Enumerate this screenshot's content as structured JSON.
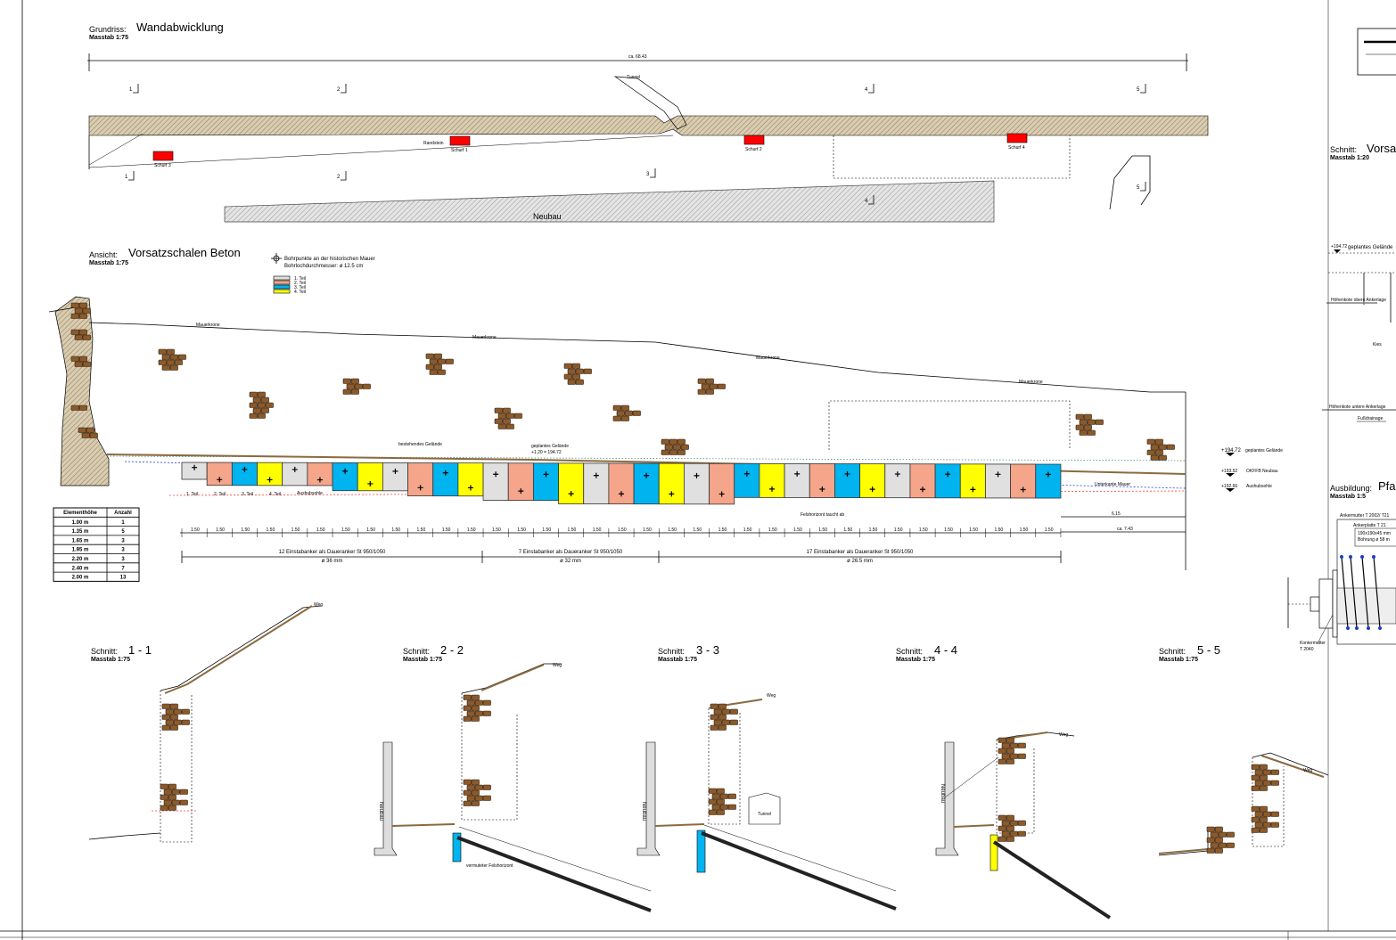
{
  "colors": {
    "part1": "#e0e0e0",
    "part2": "#f4a58a",
    "part3": "#00b4f0",
    "part4": "#ffff00",
    "stone": "#8b5a2b",
    "ground": "#8a6a40",
    "schurf": "#ff0000"
  },
  "plan": {
    "label": "Grundriss:",
    "title": "Wandabwicklung",
    "scale": "Masstab 1:75",
    "total_dim": "ca. 68.43",
    "new_building": "Neubau",
    "tunnel": "Tunnel",
    "randstein": "Randstein",
    "schurfe": [
      "Schurf 3",
      "Schurf 1",
      "Schurf 2",
      "Schurf 4"
    ],
    "cut_marks": [
      "1",
      "2",
      "3",
      "4",
      "5"
    ]
  },
  "elevation": {
    "label": "Ansicht:",
    "title": "Vorsatzschalen Beton",
    "scale": "Masstab 1:75",
    "legend": {
      "drill": "Bohrpunkte an der historischen Mauer",
      "diameter": "Bohrlochdurchmesser: ø 12.5 cm",
      "items": [
        {
          "label": "1. Teil",
          "color": "#e0e0e0"
        },
        {
          "label": "2. Teil",
          "color": "#f4a58a"
        },
        {
          "label": "3. Teil",
          "color": "#00b4f0"
        },
        {
          "label": "4. Teil",
          "color": "#ffff00"
        }
      ]
    },
    "crown_label": "Mauerkrone",
    "existing_ground": "bestehendes Gelände",
    "planned_ground": "geplantes Gelände",
    "planned_ground_sub": "+1.20 = 194.72",
    "rock_dips": "Felshorizont taucht ab",
    "lower_edge": "Unterkante Mauer",
    "excavation": "Aushubsohle",
    "part_labels": [
      "1. Teil",
      "2. Teil",
      "3. Teil",
      "4. Teil"
    ],
    "right_levels": [
      {
        "level": "+194.72",
        "text": "geplantes Gelände"
      },
      {
        "level": "+193.52",
        "text": "OKFFB Neubau"
      },
      {
        "level": "+192.66",
        "text": "Aushubsohle"
      }
    ],
    "panel_spacing": "1.50",
    "end_dims": [
      "6.15",
      "ca. 7.43"
    ],
    "anchor_groups": [
      {
        "text": "12 Einstabanker als Daueranker St 950/1050",
        "dia": "ø 36 mm"
      },
      {
        "text": "7 Einstabanker als Daueranker St 950/1050",
        "dia": "ø 32 mm"
      },
      {
        "text": "17 Einstabanker als Daueranker St 950/1050",
        "dia": "ø 26.5 mm"
      }
    ],
    "panels": [
      {
        "part": 1,
        "height": 1.0
      },
      {
        "part": 2,
        "height": 1.35
      },
      {
        "part": 3,
        "height": 1.35
      },
      {
        "part": 4,
        "height": 1.35
      },
      {
        "part": 1,
        "height": 1.35
      },
      {
        "part": 2,
        "height": 1.35
      },
      {
        "part": 3,
        "height": 1.65
      },
      {
        "part": 4,
        "height": 1.65
      },
      {
        "part": 1,
        "height": 1.65
      },
      {
        "part": 2,
        "height": 1.95
      },
      {
        "part": 3,
        "height": 1.95
      },
      {
        "part": 4,
        "height": 1.95
      },
      {
        "part": 1,
        "height": 2.2
      },
      {
        "part": 2,
        "height": 2.2
      },
      {
        "part": 3,
        "height": 2.2
      },
      {
        "part": 4,
        "height": 2.4
      },
      {
        "part": 1,
        "height": 2.4
      },
      {
        "part": 2,
        "height": 2.4
      },
      {
        "part": 3,
        "height": 2.4
      },
      {
        "part": 4,
        "height": 2.4
      },
      {
        "part": 1,
        "height": 2.4
      },
      {
        "part": 2,
        "height": 2.4
      },
      {
        "part": 3,
        "height": 2.0
      },
      {
        "part": 4,
        "height": 2.0
      },
      {
        "part": 1,
        "height": 2.0
      },
      {
        "part": 2,
        "height": 2.0
      },
      {
        "part": 3,
        "height": 2.0
      },
      {
        "part": 4,
        "height": 2.0
      },
      {
        "part": 1,
        "height": 2.0
      },
      {
        "part": 2,
        "height": 2.0
      },
      {
        "part": 3,
        "height": 2.0
      },
      {
        "part": 4,
        "height": 2.0
      },
      {
        "part": 1,
        "height": 2.0
      },
      {
        "part": 2,
        "height": 2.0
      },
      {
        "part": 3,
        "height": 2.0
      }
    ]
  },
  "table": {
    "headers": [
      "Elementhöhe",
      "Anzahl"
    ],
    "rows": [
      [
        "1.00 m",
        "1"
      ],
      [
        "1.35 m",
        "5"
      ],
      [
        "1.65 m",
        "3"
      ],
      [
        "1.95 m",
        "3"
      ],
      [
        "2.20 m",
        "3"
      ],
      [
        "2.40 m",
        "7"
      ],
      [
        "2.00 m",
        "13"
      ]
    ]
  },
  "sections": [
    {
      "label": "Schnitt:",
      "num": "1 - 1",
      "scale": "Masstab 1:75",
      "path": "Weg"
    },
    {
      "label": "Schnitt:",
      "num": "2 - 2",
      "scale": "Masstab 1:75",
      "path": "Weg",
      "newbuilding": "Neubau",
      "rock": "vermuteter Felshorizont"
    },
    {
      "label": "Schnitt:",
      "num": "3 - 3",
      "scale": "Masstab 1:75",
      "path": "Weg",
      "newbuilding": "Neubau",
      "tunnel": "Tunnel"
    },
    {
      "label": "Schnitt:",
      "num": "4 - 4",
      "scale": "Masstab 1:75",
      "path": "Weg",
      "newbuilding": "Neubau"
    },
    {
      "label": "Schnitt:",
      "num": "5 - 5",
      "scale": "Masstab 1:75",
      "path": "Weg"
    }
  ],
  "right": {
    "section_label": "Schnitt:",
    "section_title": "Vorsa",
    "section_scale": "Masstab 1:20",
    "level": "+194.72",
    "level_text": "geplantes Gelände",
    "upper_anchor": "Höhenkote obere Ankerlage",
    "lower_anchor": "Höhenkote untere Ankerlage",
    "kies": "Kies",
    "drainage": "Fußdrainage",
    "detail": {
      "label": "Ausbildung:",
      "title": "Pfa",
      "scale": "Masstab 1:5",
      "anchor_nut": "Ankermutter T 2002/ T21",
      "anchor_plate": "Ankerplatte T 21",
      "plate_dims": "190x190x45 mm",
      "bore": "Bohrung ø 58 m",
      "lock_nut": "Kontermutter",
      "lock_nut_type": "T 2040"
    }
  }
}
